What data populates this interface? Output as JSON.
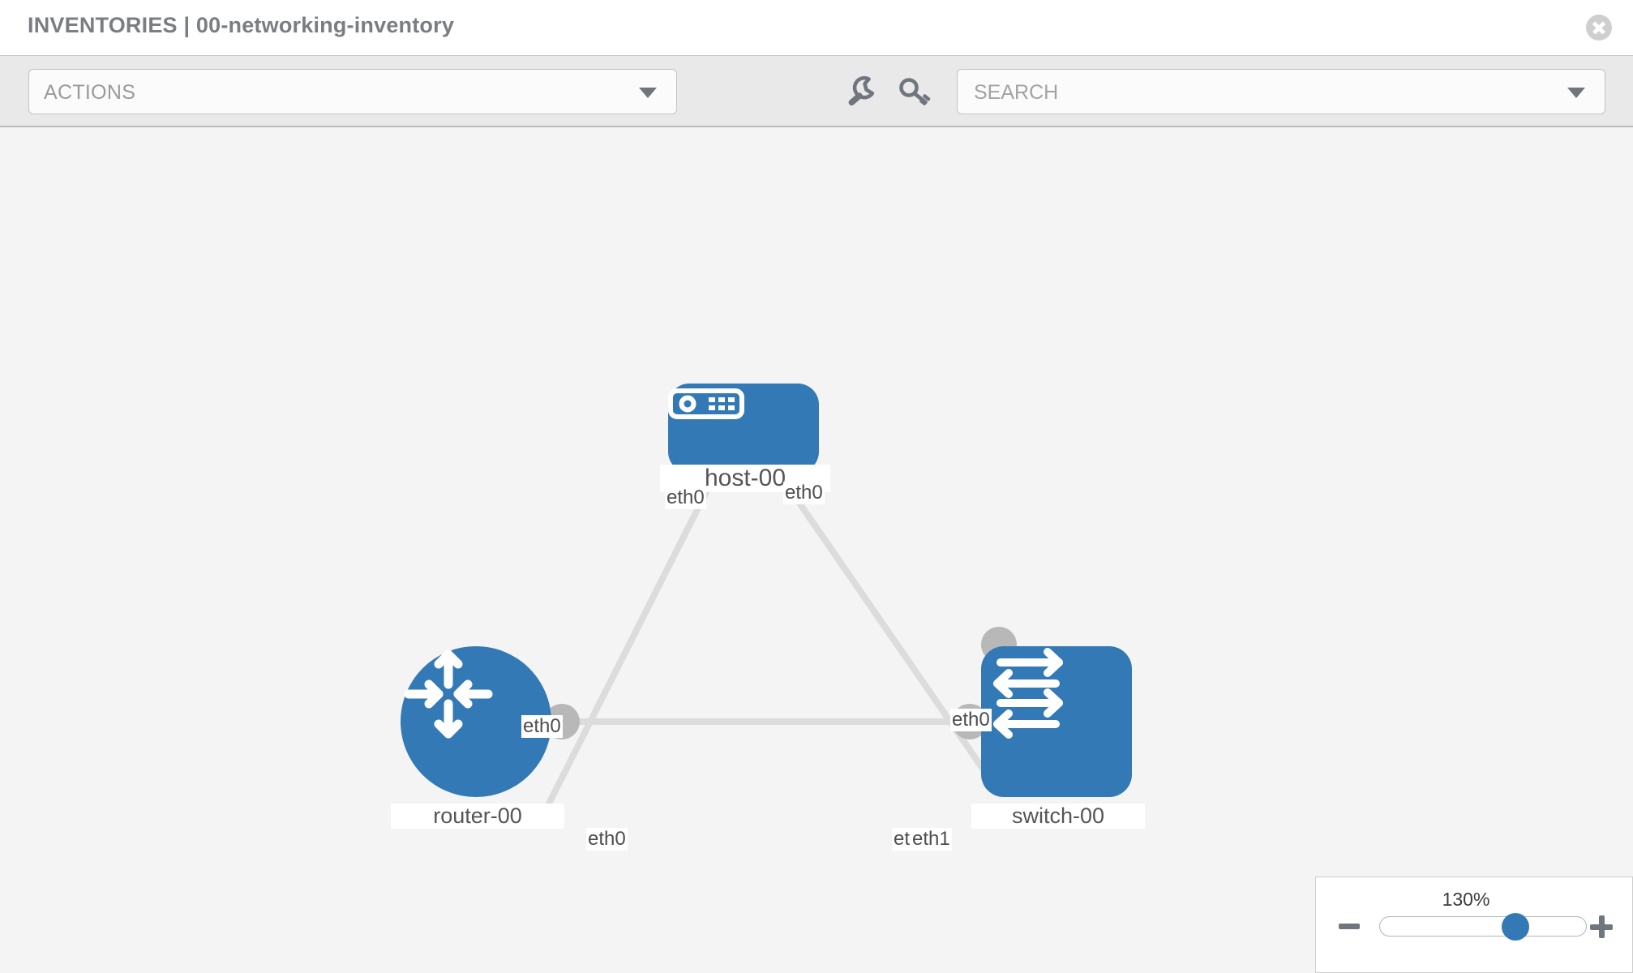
{
  "header": {
    "title": "INVENTORIES | 00-networking-inventory",
    "close_icon": "close-circle-icon"
  },
  "toolbar": {
    "actions_label": "ACTIONS",
    "actions_caret_icon": "chevron-down-icon",
    "wrench_icon": "wrench-icon",
    "key_icon": "key-icon",
    "search_value": "",
    "search_placeholder": "SEARCH",
    "search_caret_icon": "chevron-down-icon"
  },
  "topology": {
    "nodes": [
      {
        "id": "host-00",
        "label": "host-00",
        "icon": "server-icon",
        "shape": "rounded-rect",
        "color": "#3379b5"
      },
      {
        "id": "router-00",
        "label": "router-00",
        "icon": "router-arrows-icon",
        "shape": "circle",
        "color": "#3379b5"
      },
      {
        "id": "switch-00",
        "label": "switch-00",
        "icon": "switch-arrows-icon",
        "shape": "rounded-square",
        "color": "#3379b5"
      }
    ],
    "link_color": "#dcdcdc",
    "endpoint_color": "#b8b8b8",
    "edge_labels": {
      "host_left_iface": "eth0",
      "host_right_iface": "eth0",
      "router_to_host_iface": "eth0",
      "switch_to_host_iface": "eth0",
      "router_to_switch_iface": "eth0",
      "switch_to_router_iface_hidden": "eth0",
      "switch_to_router_iface": "eth1"
    }
  },
  "zoom_control": {
    "value_label": "130%",
    "minus_icon": "minus-icon",
    "plus_icon": "plus-icon",
    "thumb_position_percent": 68
  }
}
